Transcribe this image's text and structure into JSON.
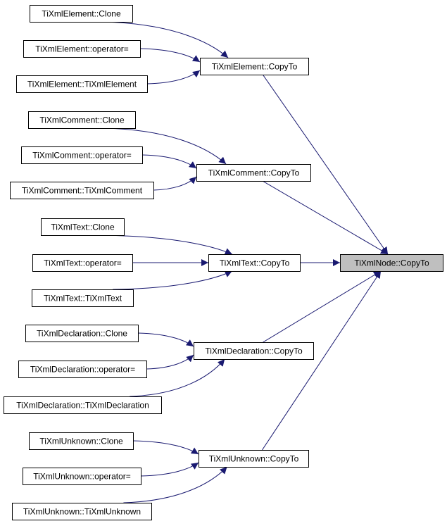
{
  "nodes": [
    {
      "id": "root",
      "label": "TiXmlNode::CopyTo",
      "highlight": true
    },
    {
      "id": "el_copy",
      "label": "TiXmlElement::CopyTo"
    },
    {
      "id": "el_clone",
      "label": "TiXmlElement::Clone"
    },
    {
      "id": "el_op",
      "label": "TiXmlElement::operator="
    },
    {
      "id": "el_ctor",
      "label": "TiXmlElement::TiXmlElement"
    },
    {
      "id": "cm_copy",
      "label": "TiXmlComment::CopyTo"
    },
    {
      "id": "cm_clone",
      "label": "TiXmlComment::Clone"
    },
    {
      "id": "cm_op",
      "label": "TiXmlComment::operator="
    },
    {
      "id": "cm_ctor",
      "label": "TiXmlComment::TiXmlComment"
    },
    {
      "id": "tx_copy",
      "label": "TiXmlText::CopyTo"
    },
    {
      "id": "tx_clone",
      "label": "TiXmlText::Clone"
    },
    {
      "id": "tx_op",
      "label": "TiXmlText::operator="
    },
    {
      "id": "tx_ctor",
      "label": "TiXmlText::TiXmlText"
    },
    {
      "id": "dc_copy",
      "label": "TiXmlDeclaration::CopyTo"
    },
    {
      "id": "dc_clone",
      "label": "TiXmlDeclaration::Clone"
    },
    {
      "id": "dc_op",
      "label": "TiXmlDeclaration::operator="
    },
    {
      "id": "dc_ctor",
      "label": "TiXmlDeclaration::TiXmlDeclaration"
    },
    {
      "id": "un_copy",
      "label": "TiXmlUnknown::CopyTo"
    },
    {
      "id": "un_clone",
      "label": "TiXmlUnknown::Clone"
    },
    {
      "id": "un_op",
      "label": "TiXmlUnknown::operator="
    },
    {
      "id": "un_ctor",
      "label": "TiXmlUnknown::TiXmlUnknown"
    }
  ],
  "edges": [
    {
      "from": "el_clone",
      "to": "el_copy"
    },
    {
      "from": "el_op",
      "to": "el_copy"
    },
    {
      "from": "el_ctor",
      "to": "el_copy"
    },
    {
      "from": "el_copy",
      "to": "root"
    },
    {
      "from": "cm_clone",
      "to": "cm_copy"
    },
    {
      "from": "cm_op",
      "to": "cm_copy"
    },
    {
      "from": "cm_ctor",
      "to": "cm_copy"
    },
    {
      "from": "cm_copy",
      "to": "root"
    },
    {
      "from": "tx_clone",
      "to": "tx_copy"
    },
    {
      "from": "tx_op",
      "to": "tx_copy"
    },
    {
      "from": "tx_ctor",
      "to": "tx_copy"
    },
    {
      "from": "tx_copy",
      "to": "root"
    },
    {
      "from": "dc_clone",
      "to": "dc_copy"
    },
    {
      "from": "dc_op",
      "to": "dc_copy"
    },
    {
      "from": "dc_ctor",
      "to": "dc_copy"
    },
    {
      "from": "dc_copy",
      "to": "root"
    },
    {
      "from": "un_clone",
      "to": "un_copy"
    },
    {
      "from": "un_op",
      "to": "un_copy"
    },
    {
      "from": "un_ctor",
      "to": "un_copy"
    },
    {
      "from": "un_copy",
      "to": "root"
    }
  ],
  "colors": {
    "edge": "#191970",
    "node_fill": "#ffffff",
    "root_fill": "#bfbfbf",
    "border": "#000000"
  }
}
